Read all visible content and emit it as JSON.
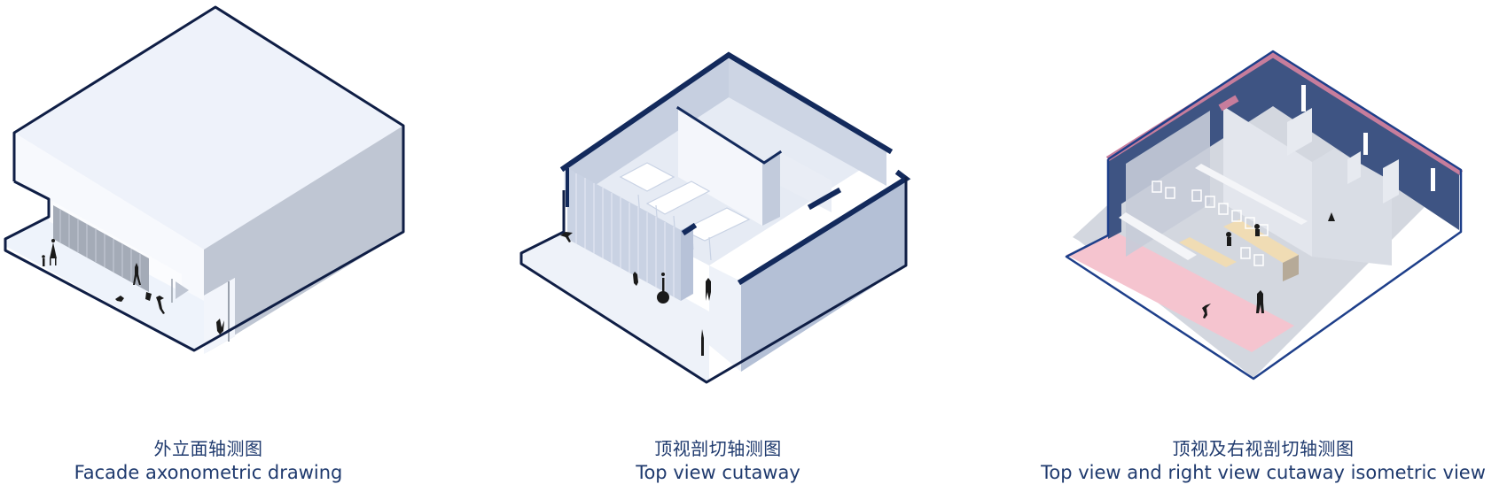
{
  "figure": {
    "background": "#ffffff",
    "caption_color": "#1f3a6e",
    "line_color": "#0f1e45",
    "panels": [
      {
        "id": "facade",
        "title_zh": "外立面轴测图",
        "title_en": "Facade axonometric drawing",
        "colors": {
          "roof": "#eef2fa",
          "front": "#f6f8fc",
          "side": "#bfc6d3",
          "ground": "#eef3fb",
          "glass": "#9aa1ad"
        }
      },
      {
        "id": "top-cutaway",
        "title_zh": "顶视剖切轴测图",
        "title_en": "Top view cutaway",
        "colors": {
          "wall_cut": "#132a5c",
          "wall_face": "#b4c0d6",
          "floor": "#eef2f9",
          "interior": "#dfe5f0"
        }
      },
      {
        "id": "top-right-cutaway",
        "title_zh": "顶视及右视剖切轴测图",
        "title_en": "Top view and right view cutaway isometric view",
        "colors": {
          "back_wall": "#3e5483",
          "wall_cap": "#c77d9c",
          "floor_pink": "#f5c4cf",
          "floor_grey": "#cfd3db",
          "interior": "#dde1e9",
          "table_wood": "#f0dcb4",
          "outline": "#1e3f8a"
        }
      }
    ]
  }
}
